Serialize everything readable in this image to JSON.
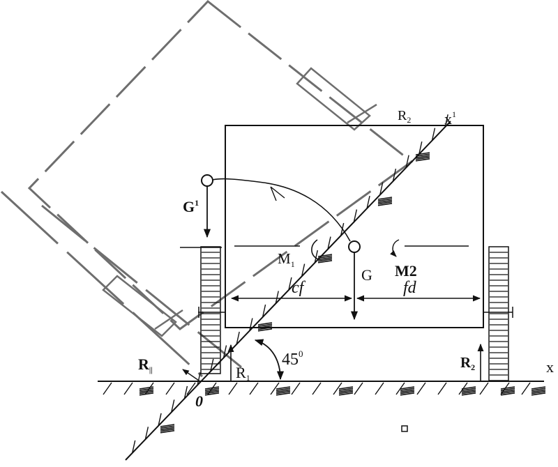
{
  "labels": {
    "r2_top": {
      "main": "R",
      "sub": "2"
    },
    "x1": {
      "main": "x",
      "sup": "1"
    },
    "g1": {
      "main": "G",
      "sup": "1"
    },
    "m1": {
      "main": "M",
      "sub": "1"
    },
    "g": "G",
    "m2": "M2",
    "cf": "cf",
    "fd": "fd",
    "r_parallel": {
      "main": "R",
      "sub": "||"
    },
    "r1": {
      "main": "R",
      "sub": "1"
    },
    "angle": {
      "main": "45",
      "sup": "0"
    },
    "r2_right": {
      "main": "R",
      "sub": "2"
    },
    "x_axis": "x",
    "origin": "0"
  },
  "colors": {
    "ink": "#111111",
    "tilted_outline": "#6e6e6e"
  }
}
